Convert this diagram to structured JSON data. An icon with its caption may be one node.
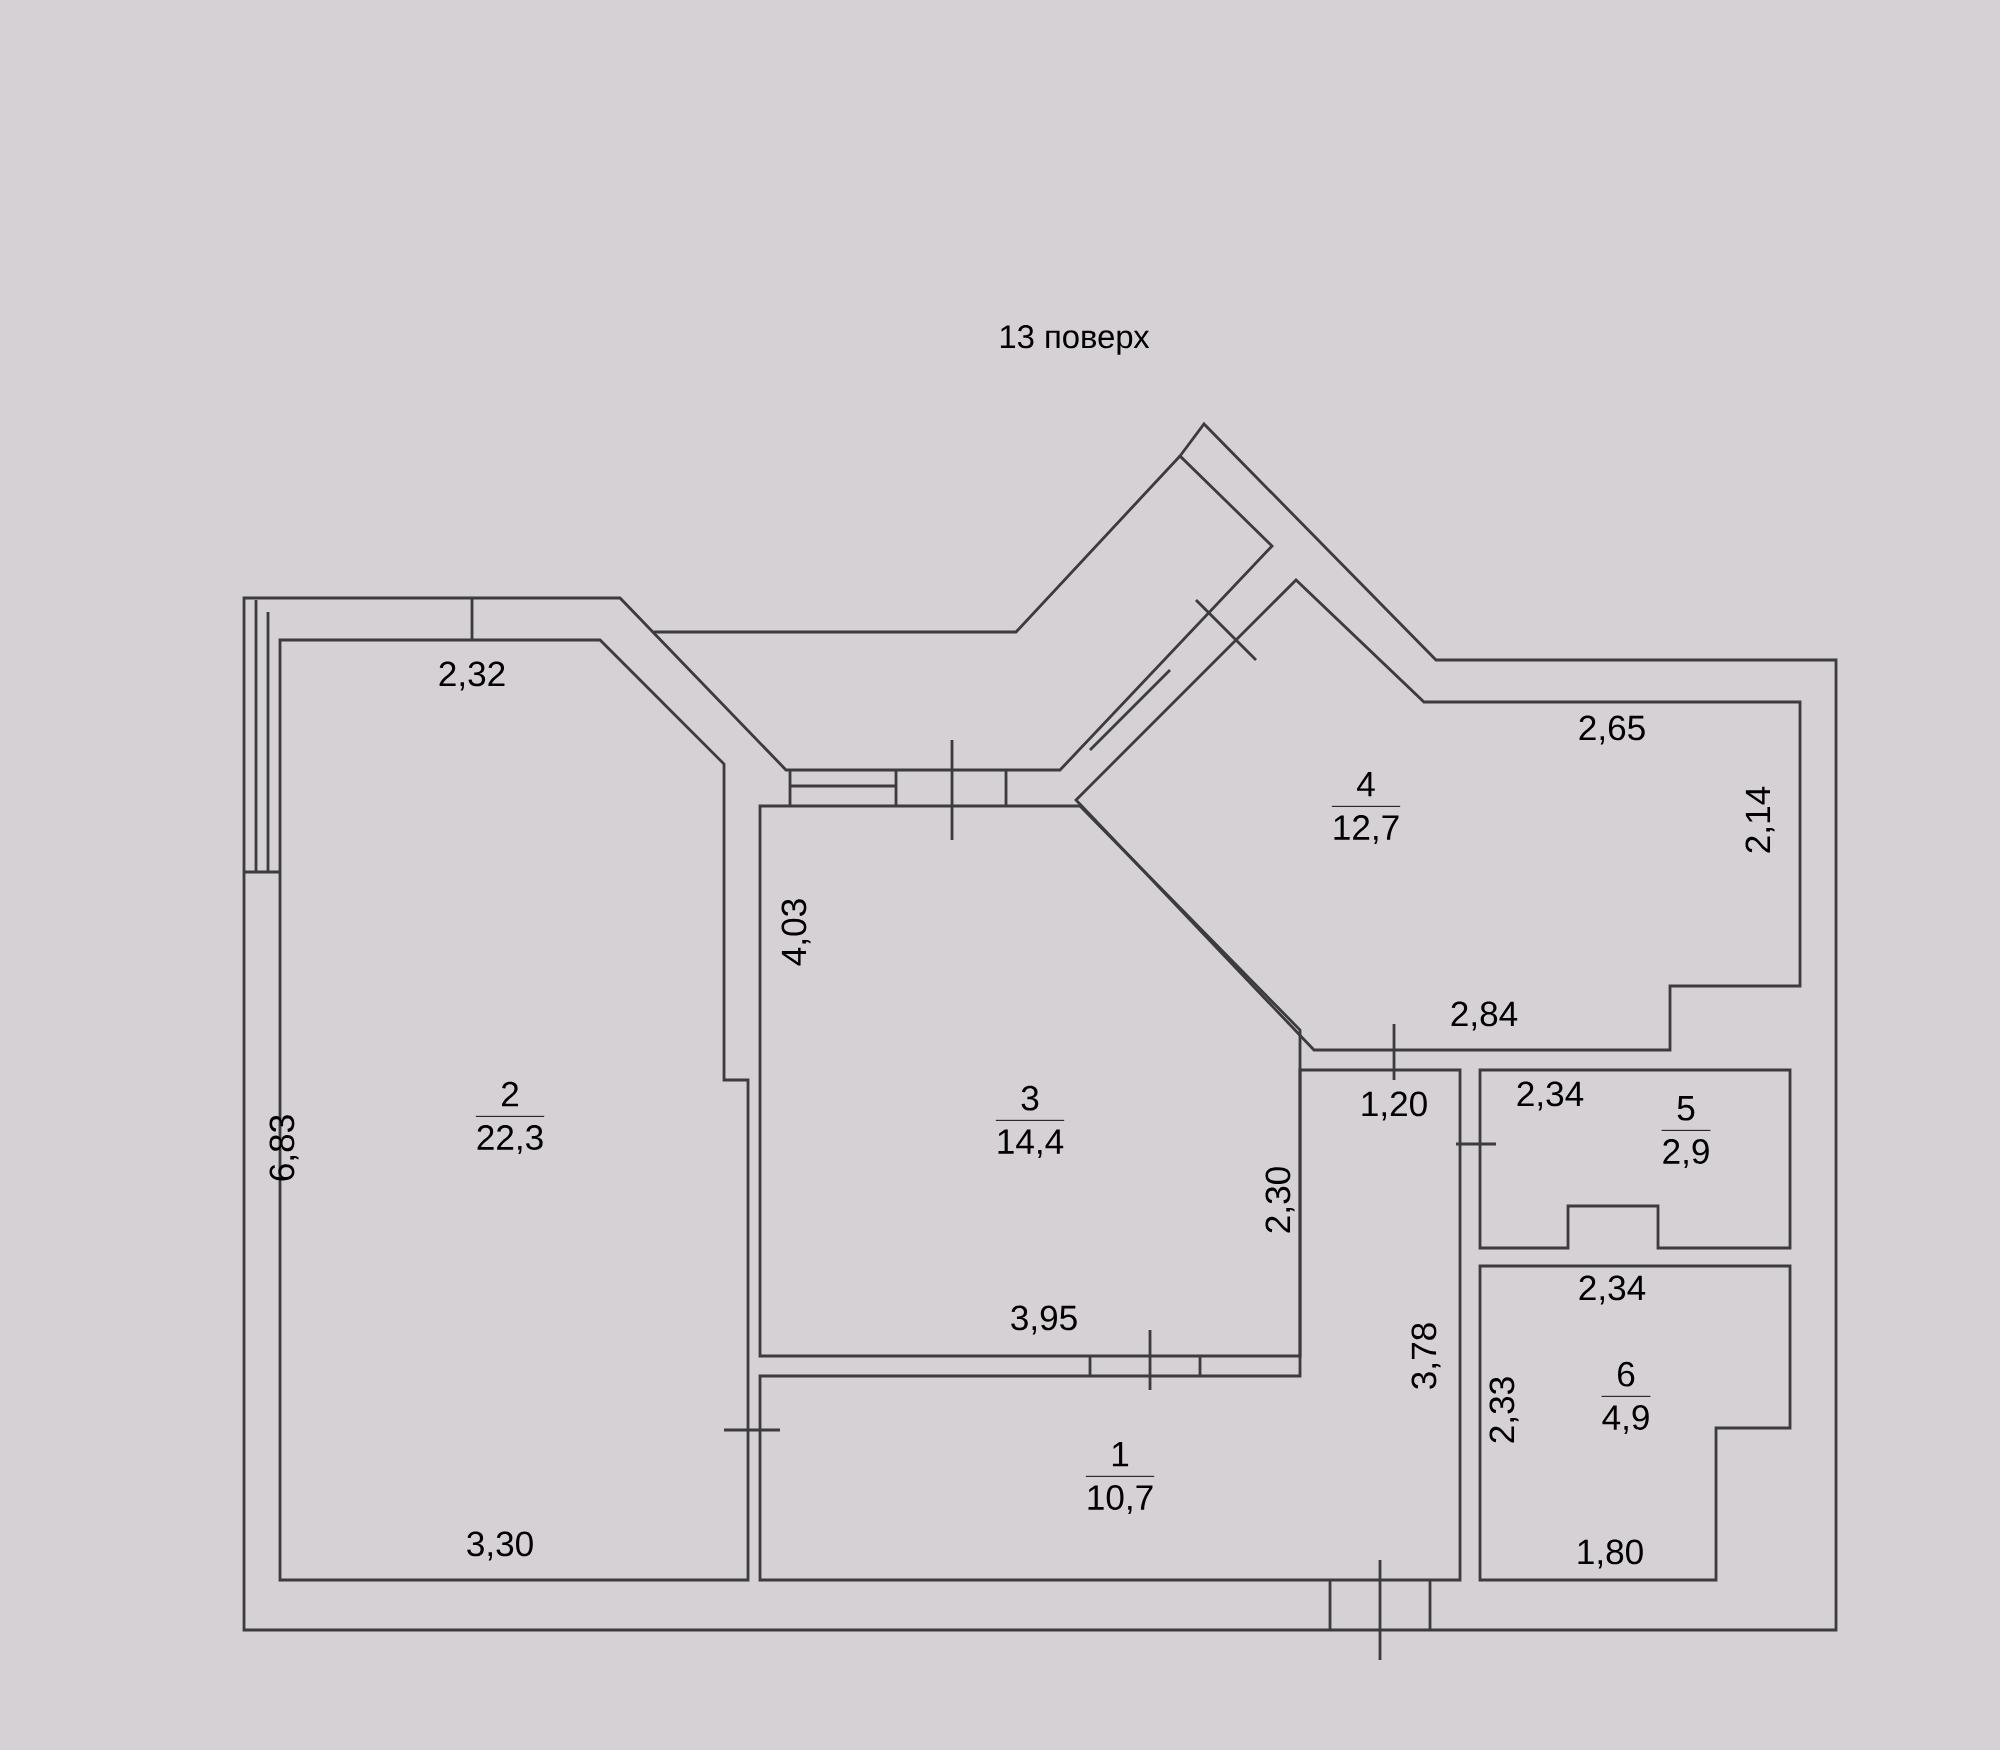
{
  "diagram": {
    "title": "13 поверх",
    "nodes": [
      {
        "text": [
          "1",
          "10,7"
        ]
      },
      {
        "text": [
          "2",
          "22,3"
        ]
      },
      {
        "text": [
          "3",
          "14,4"
        ]
      },
      {
        "text": [
          "4",
          "12,7"
        ]
      },
      {
        "text": [
          "5",
          "2,9"
        ]
      },
      {
        "text": [
          "6",
          "4,9"
        ]
      }
    ],
    "labels": [
      "2,32",
      "2,65",
      "2,14",
      "4,03",
      "6,83",
      "2,84",
      "1,20",
      "2,34",
      "2,30",
      "3,95",
      "3,78",
      "2,34",
      "2,33",
      "3,30",
      "1,80"
    ]
  }
}
